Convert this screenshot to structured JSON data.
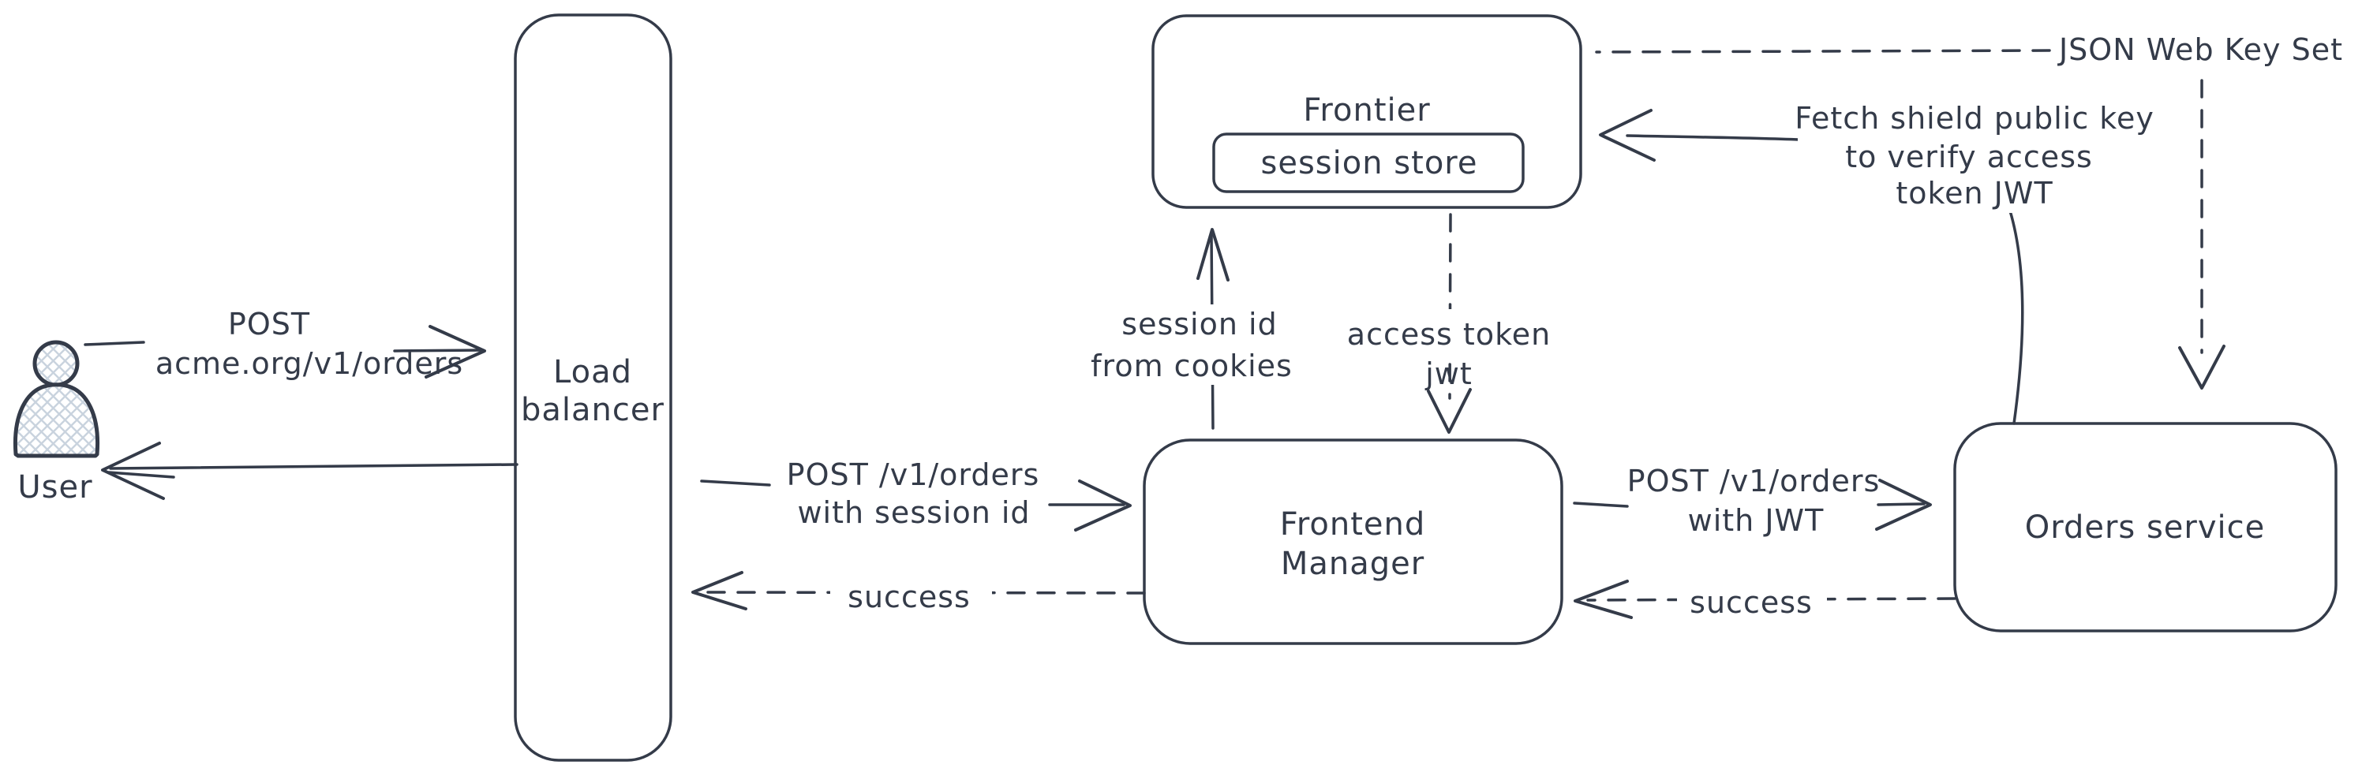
{
  "diagram": {
    "title_hint": "JWT / session auth flow diagram",
    "colors": {
      "ink": "#343b49",
      "hatch": "#c9d3de",
      "background": "#ffffff"
    },
    "nodes": {
      "user": {
        "label": "User"
      },
      "load_balancer": {
        "lines": [
          "Load",
          "balancer"
        ]
      },
      "frontier": {
        "label": "Frontier",
        "session_store": {
          "label": "session store"
        }
      },
      "frontend_manager": {
        "lines": [
          "Frontend",
          "Manager"
        ]
      },
      "orders_service": {
        "label": "Orders service"
      },
      "jwks": {
        "label": "JSON Web Key Set"
      }
    },
    "edges": {
      "user_to_lb": {
        "lines": [
          "POST",
          "acme.org/v1/orders"
        ]
      },
      "lb_to_fm": {
        "lines": [
          "POST /v1/orders",
          "with session id"
        ]
      },
      "fm_to_lb": {
        "label": "success"
      },
      "fm_to_frontier": {
        "lines": [
          "session id",
          "from cookies"
        ]
      },
      "frontier_to_fm": {
        "lines": [
          "access token",
          "jwt"
        ]
      },
      "fm_to_orders": {
        "lines": [
          "POST /v1/orders",
          "with JWT"
        ]
      },
      "orders_to_fm": {
        "label": "success"
      },
      "orders_to_frontier": {
        "lines": [
          "Fetch shield public key",
          "to verify access",
          "token JWT"
        ]
      }
    }
  }
}
